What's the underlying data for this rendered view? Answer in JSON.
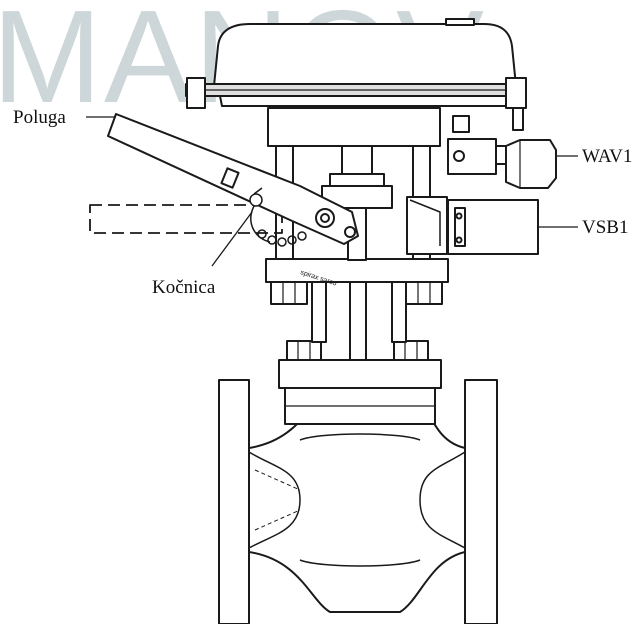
{
  "watermark": {
    "text": "MANOV",
    "color": "#cdd6d8"
  },
  "labels": {
    "lever": "Poluga",
    "brake": "Kočnica",
    "wav": "WAV1",
    "vsb": "VSB1"
  },
  "plate_text": "spirax sarco",
  "colors": {
    "line": "#1a1a1a",
    "fill": "#ffffff",
    "shade": "#e9e9e9"
  }
}
